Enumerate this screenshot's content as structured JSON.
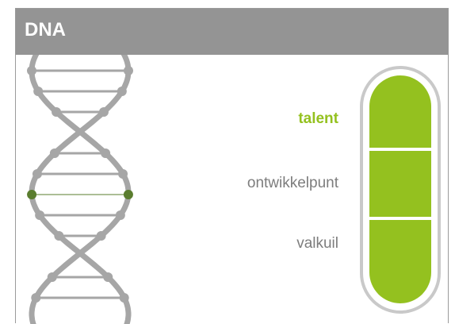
{
  "header": {
    "title": "DNA"
  },
  "levels": [
    {
      "label": "talent",
      "active": true
    },
    {
      "label": "ontwikkelpunt",
      "active": false
    },
    {
      "label": "valkuil",
      "active": false
    }
  ],
  "colors": {
    "header_bg": "#949494",
    "accent_green": "#94c11f",
    "dna_gray": "#a6a6a6",
    "highlight_rung": "#5a7d2e",
    "label_gray": "#7d7d7d"
  }
}
